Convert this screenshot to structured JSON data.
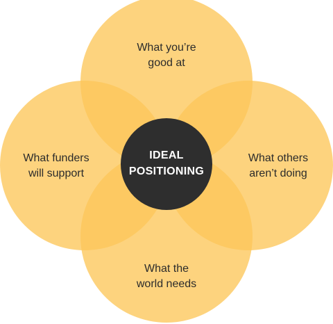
{
  "diagram": {
    "circles": {
      "top": {
        "line1": "What you’re",
        "line2": "good at"
      },
      "right": {
        "line1": "What others",
        "line2": "aren’t doing"
      },
      "bottom": {
        "line1": "What the",
        "line2": "world needs"
      },
      "left": {
        "line1": "What funders",
        "line2": "will support"
      }
    },
    "center": {
      "line1": "IDEAL",
      "line2": "POSITIONING"
    }
  },
  "colors": {
    "circle_fill": "#FCC75A",
    "circle_overlap": "#F9BA3A",
    "center_fill": "#2E2E2E",
    "label_text": "#2B2B2B",
    "center_text": "#FFFFFF"
  }
}
